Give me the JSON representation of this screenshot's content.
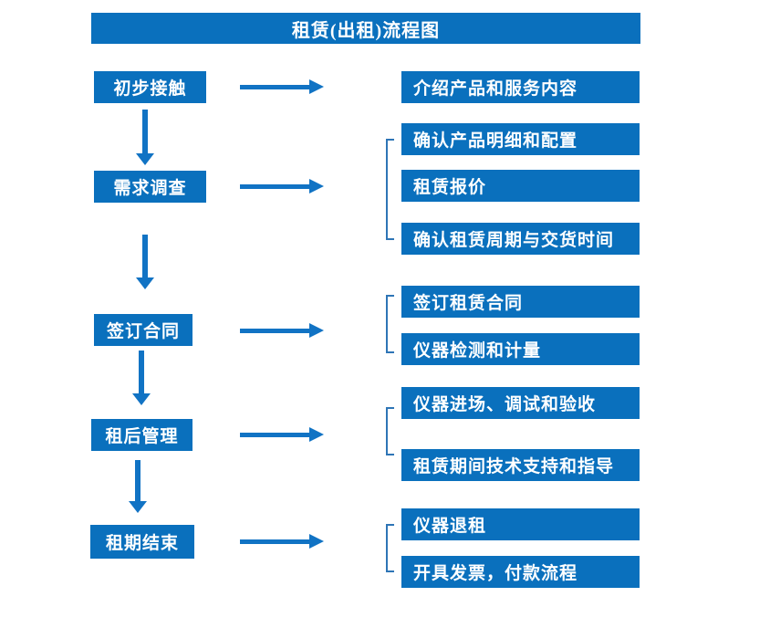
{
  "diagram": {
    "title": "租赁(出租)流程图",
    "colors": {
      "accent": "#0a70bd",
      "arrow": "#1173c4",
      "bracket": "#2e75b6",
      "text": "#ffffff",
      "background": "#ffffff"
    },
    "steps": [
      {
        "label": "初步接触",
        "details": [
          "介绍产品和服务内容"
        ]
      },
      {
        "label": "需求调查",
        "details": [
          "确认产品明细和配置",
          "租赁报价",
          "确认租赁周期与交货时间"
        ]
      },
      {
        "label": "签订合同",
        "details": [
          "签订租赁合同",
          "仪器检测和计量"
        ]
      },
      {
        "label": "租后管理",
        "details": [
          "仪器进场、调试和验收",
          "租赁期间技术支持和指导"
        ]
      },
      {
        "label": "租期结束",
        "details": [
          "仪器退租",
          "开具发票，付款流程"
        ]
      }
    ]
  }
}
